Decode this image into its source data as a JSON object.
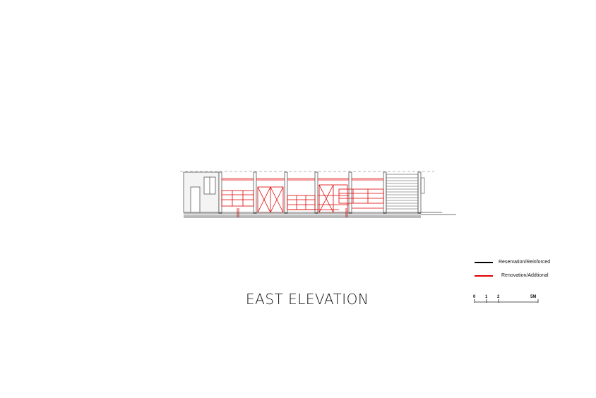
{
  "title": "EAST ELEVATION",
  "legend": [
    {
      "label": "Reservation/Reinforced",
      "color": "#000000"
    },
    {
      "label": "Renovation/Addtional",
      "color": "#e00000"
    }
  ],
  "scale_bar": {
    "labels": [
      "0",
      "1",
      "2",
      "5M"
    ]
  },
  "colors": {
    "existing": "#000000",
    "new": "#e00000",
    "line": "#555555"
  }
}
